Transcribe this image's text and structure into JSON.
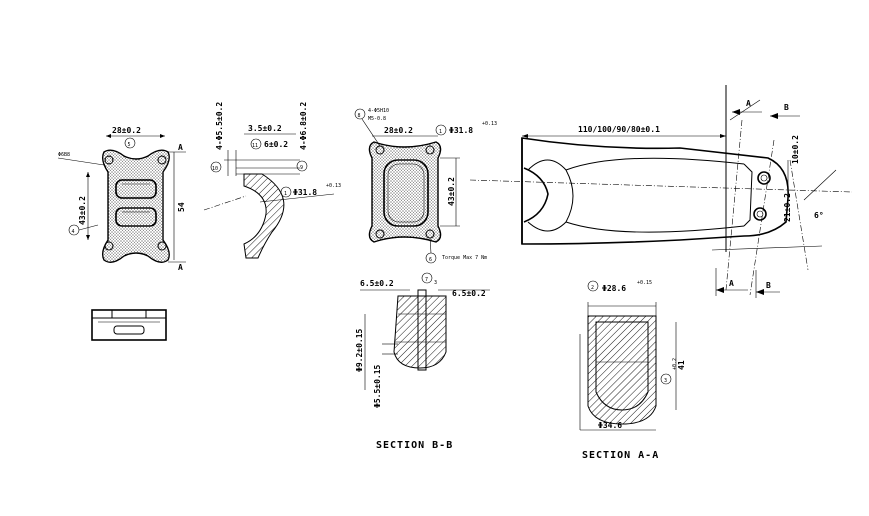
{
  "faceplate": {
    "width": "28±0.2",
    "height": "43±0.2",
    "overall": "54",
    "section_mark": "A",
    "callout_4": "4",
    "callout_5": "5",
    "note": "Φ6B8"
  },
  "clamp_profile": {
    "hole": "4-Φ5.5±0.2",
    "bore": "4-Φ6.8±0.2",
    "offset": "3.5±0.2",
    "thickness": "6±0.2",
    "radius": "Φ31.8",
    "tol": "+0.13",
    "callout_9": "9",
    "callout_10": "10",
    "callout_11": "11",
    "callout_1": "1"
  },
  "steerer_face": {
    "note_top": "4-Φ5H10",
    "note_bot": "M5-0.8",
    "width": "28±0.2",
    "height": "43±0.2",
    "bore": "Φ31.8",
    "tol": "+0.13",
    "callout_8": "8",
    "callout_1": "1",
    "callout_6": "6",
    "torque": "Torque Max 7 Nm"
  },
  "stem": {
    "length": "110/100/90/80±0.1",
    "dim_v1": "10±0.2",
    "dim_v2": "21±0.2",
    "angle": "6°",
    "section_a": "A",
    "section_b": "B"
  },
  "section_bb": {
    "title": "SECTION B-B",
    "d1": "6.5±0.2",
    "d2": "6.5±0.2",
    "d3": "Φ9.2±0.15",
    "d4": "Φ5.5±0.15",
    "callout_7": "7",
    "tol7": "3"
  },
  "section_aa": {
    "title": "SECTION A-A",
    "top": "Φ28.6",
    "tol_top": "+0.15",
    "bottom": "Φ34.6",
    "side": "41",
    "tol_side": "+0.2",
    "callout_2": "2",
    "callout_3": "3"
  }
}
